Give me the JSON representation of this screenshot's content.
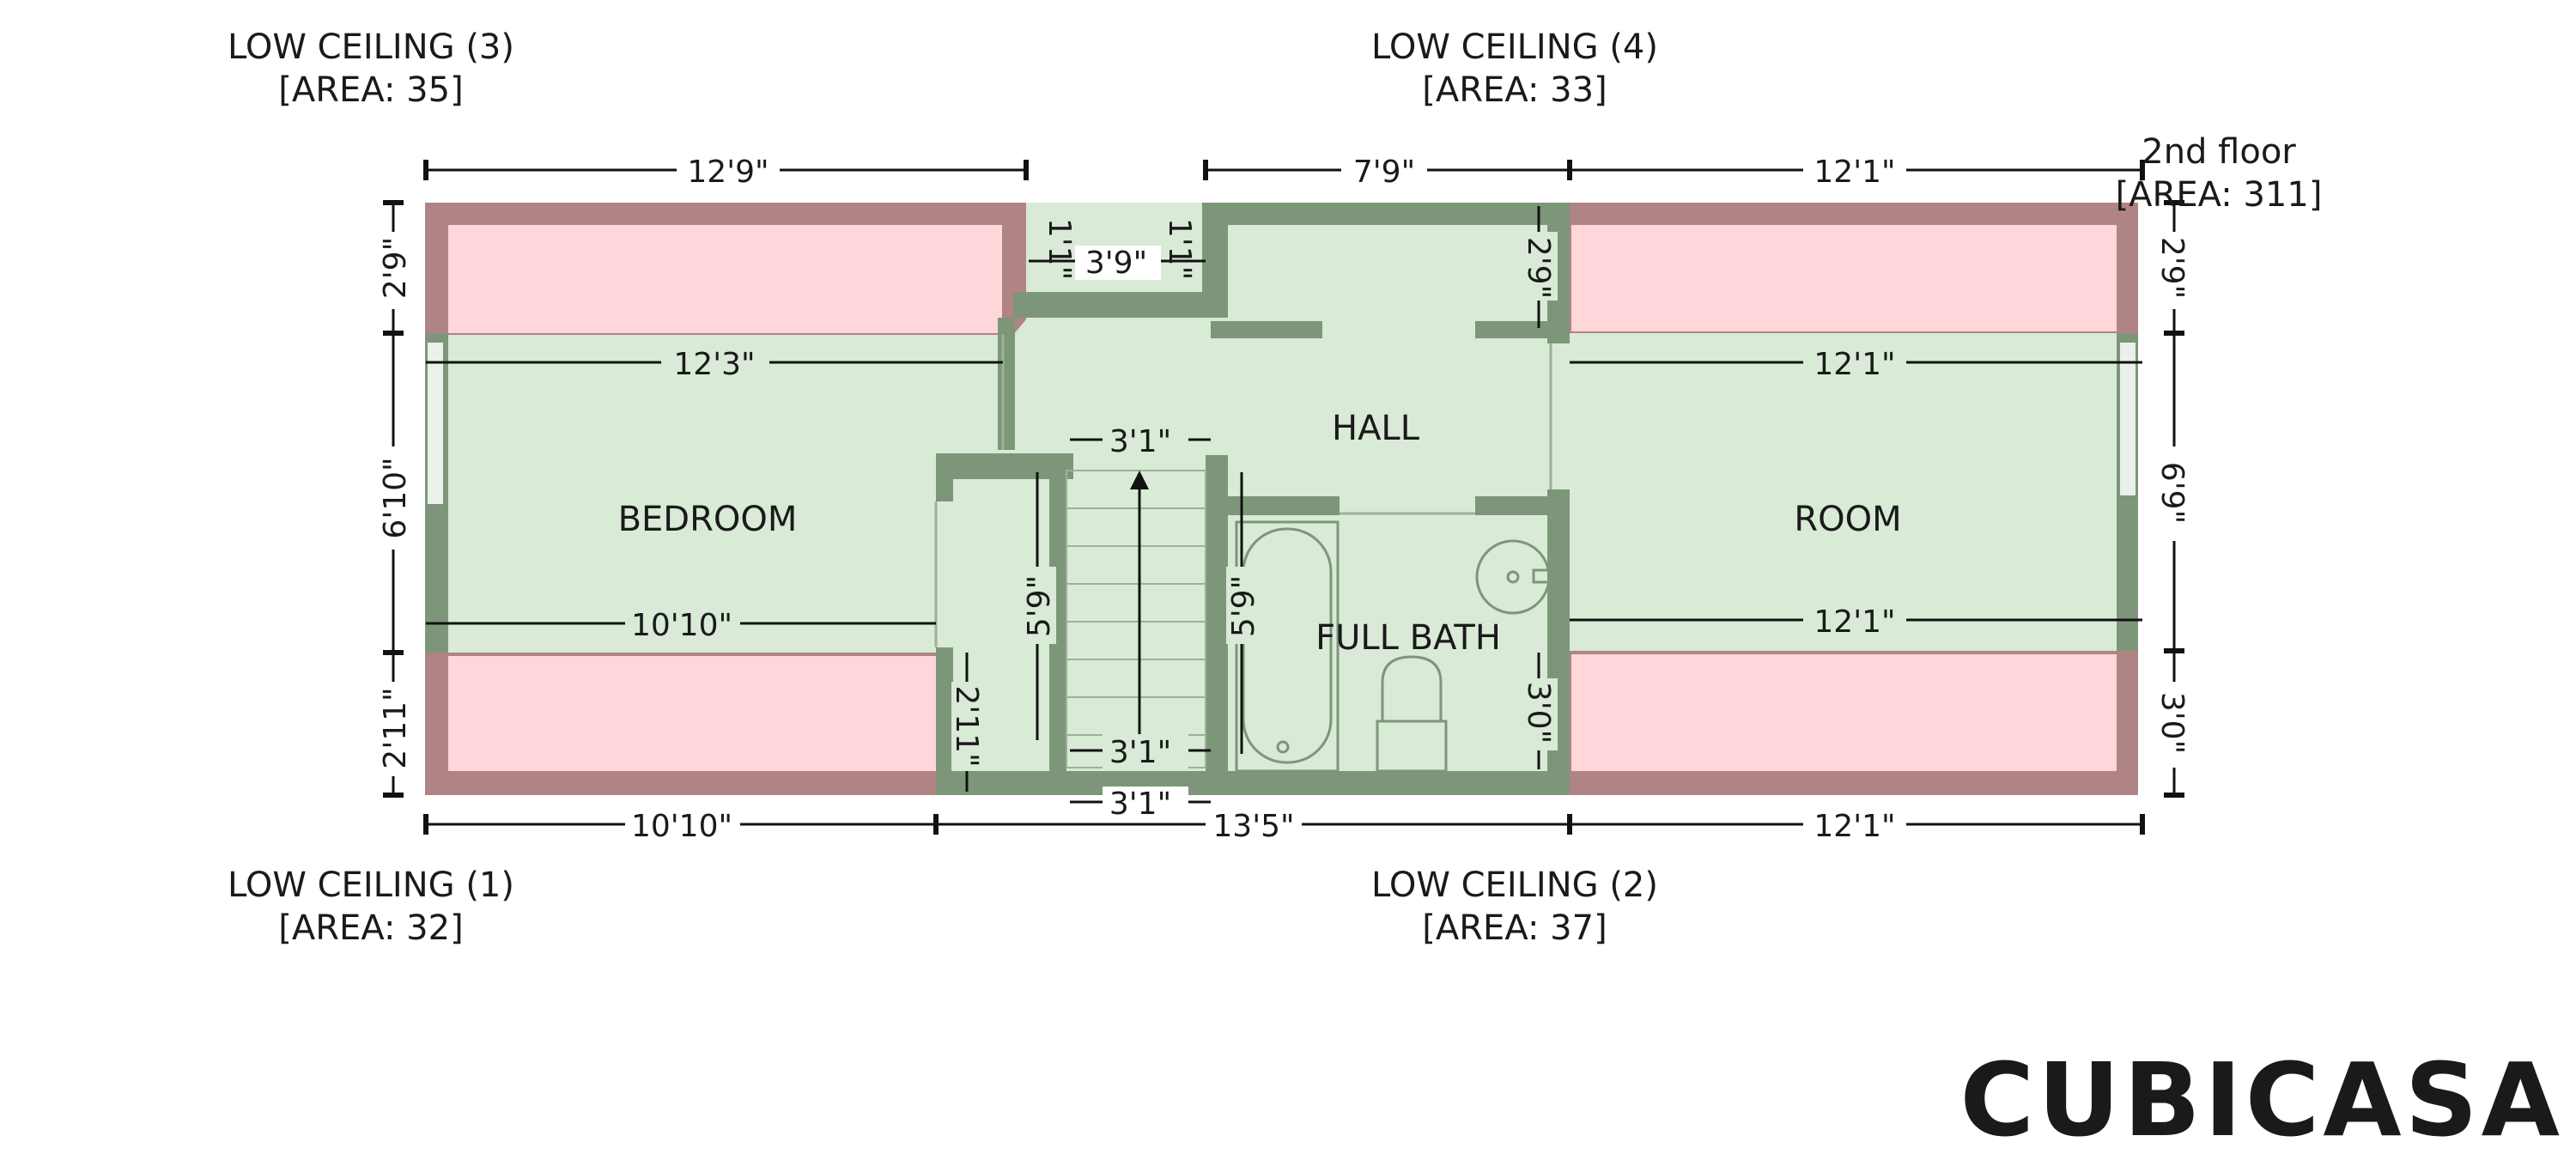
{
  "floor": {
    "name": "2nd floor",
    "area": "[AREA: 311]"
  },
  "low_ceilings": [
    {
      "title": "LOW CEILING (3)",
      "area": "[AREA: 35]"
    },
    {
      "title": "LOW CEILING (4)",
      "area": "[AREA: 33]"
    },
    {
      "title": "LOW CEILING (1)",
      "area": "[AREA: 32]"
    },
    {
      "title": "LOW CEILING (2)",
      "area": "[AREA: 37]"
    }
  ],
  "rooms": {
    "bedroom": "BEDROOM",
    "hall": "HALL",
    "room": "ROOM",
    "full_bath": "FULL BATH"
  },
  "dimensions": {
    "top_left": "12'9\"",
    "top_mid": "7'9\"",
    "top_right": "12'1\"",
    "notch": "3'9\"",
    "notch_left": "1'1\"",
    "notch_right": "1'1\"",
    "left_top": "2'9\"",
    "left_mid": "6'10\"",
    "left_bot": "2'11\"",
    "right_top": "2'9\"",
    "right_mid": "6'9\"",
    "right_bot": "3'0\"",
    "bedroom_top": "12'3\"",
    "bedroom_bot": "10'10\"",
    "room_top": "12'1\"",
    "room_mid": "12'1\"",
    "stair_top": "3'1\"",
    "stair_bot": "3'1\"",
    "stair_len": "5'9\"",
    "stair_len2": "5'9\"",
    "closet": "2'11\"",
    "hall_side": "2'9\"",
    "bath_side": "3'0\"",
    "bottom_stair": "3'1\"",
    "bottom_left": "10'10\"",
    "bottom_mid": "13'5\"",
    "bottom_right": "12'1\""
  },
  "watermark": "CUBICASA",
  "colors": {
    "floor_fill": "#d9ead7",
    "wall": "#7d9679",
    "low_ceiling_fill": "#ffd6d9",
    "low_ceiling_wall": "#b08484"
  }
}
